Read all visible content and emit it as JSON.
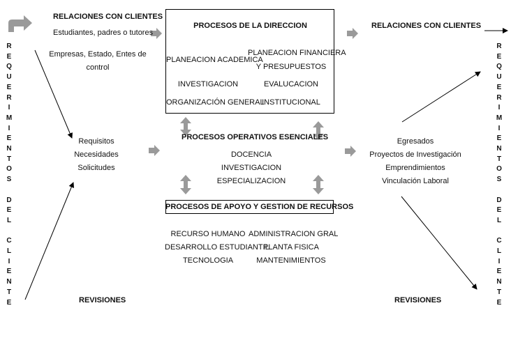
{
  "left_vertical": "R\nE\nQ\nU\nE\nR\nI\nM\nI\nE\nN\nT\nO\nS\n\nD\nE\nL\n\nC\nL\nI\nE\nN\nT\nE",
  "right_vertical": "R\nE\nQ\nU\nE\nR\nI\nM\nI\nE\nN\nT\nO\nS\n\nD\nE\nL\n\nC\nL\nI\nE\nN\nT\nE",
  "left": {
    "relaciones_title": "RELACIONES CON CLIENTES",
    "relaciones_line1": "Estudiantes, padres o tutores",
    "relaciones_line2": "Empresas, Estado, Entes de",
    "relaciones_line3": "control",
    "req_line1": "Requisitos",
    "req_line2": "Necesidades",
    "req_line3": "Solicitudes",
    "revisiones": "REVISIONES"
  },
  "direccion": {
    "title": "PROCESOS DE LA DIRECCION",
    "item1": "PLANEACION ACADEMICA",
    "item2_line1": "PLANEACION FINANCIERA",
    "item2_line2": "Y PRESUPUESTOS",
    "item3": "INVESTIGACION",
    "item4": "EVALUCACION",
    "item5": "ORGANIZACIÓN GENERAL",
    "item6": "INSTITUCIONAL"
  },
  "operativos": {
    "title": "PROCESOS OPERATIVOS ESENCIALES",
    "item1": "DOCENCIA",
    "item2": "INVESTIGACION",
    "item3": "ESPECIALIZACION"
  },
  "apoyo": {
    "title": "PROCESOS DE APOYO Y GESTION DE RECURSOS",
    "item1": "RECURSO HUMANO",
    "item2": "DESARROLLO ESTUDIANTIL",
    "item3": "TECNOLOGIA",
    "item4": "ADMINISTRACION GRAL",
    "item5": "PLANTA FISICA",
    "item6": "MANTENIMIENTOS"
  },
  "right": {
    "relaciones_title": "RELACIONES CON CLIENTES",
    "out_line1": "Egresados",
    "out_line2": "Proyectos de Investigación",
    "out_line3": "Emprendimientos",
    "out_line4": "Vinculación Laboral",
    "revisiones": "REVISIONES"
  },
  "colors": {
    "block_arrow": "#9a9a9a",
    "line": "#000000"
  }
}
